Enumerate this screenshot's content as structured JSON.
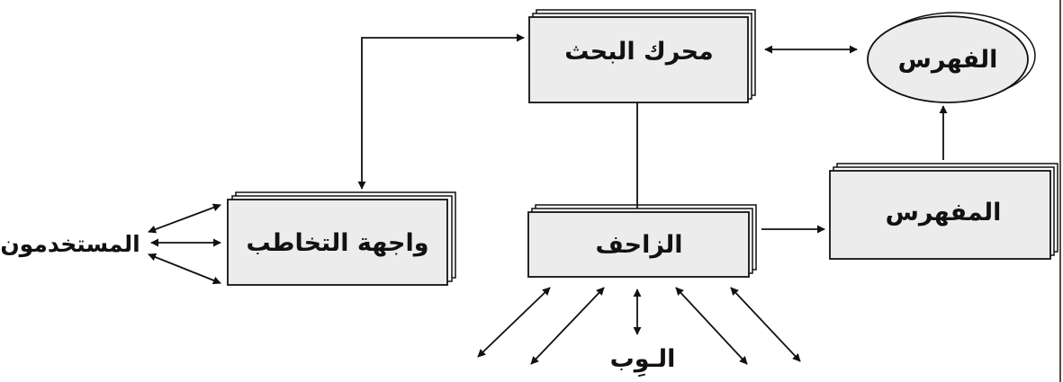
{
  "nodes": {
    "search_engine": {
      "label": "محرك البحث"
    },
    "index": {
      "label": "الفهرس"
    },
    "indexer": {
      "label": "المفهرس"
    },
    "crawler": {
      "label": "الزاحف"
    },
    "interface": {
      "label": "واجهة التخاطب"
    },
    "users": {
      "label": "المستخدمون"
    },
    "web": {
      "label": "الـوِب"
    }
  },
  "colors": {
    "box_fill": "#ececec",
    "stroke": "#111111",
    "background": "#ffffff"
  }
}
